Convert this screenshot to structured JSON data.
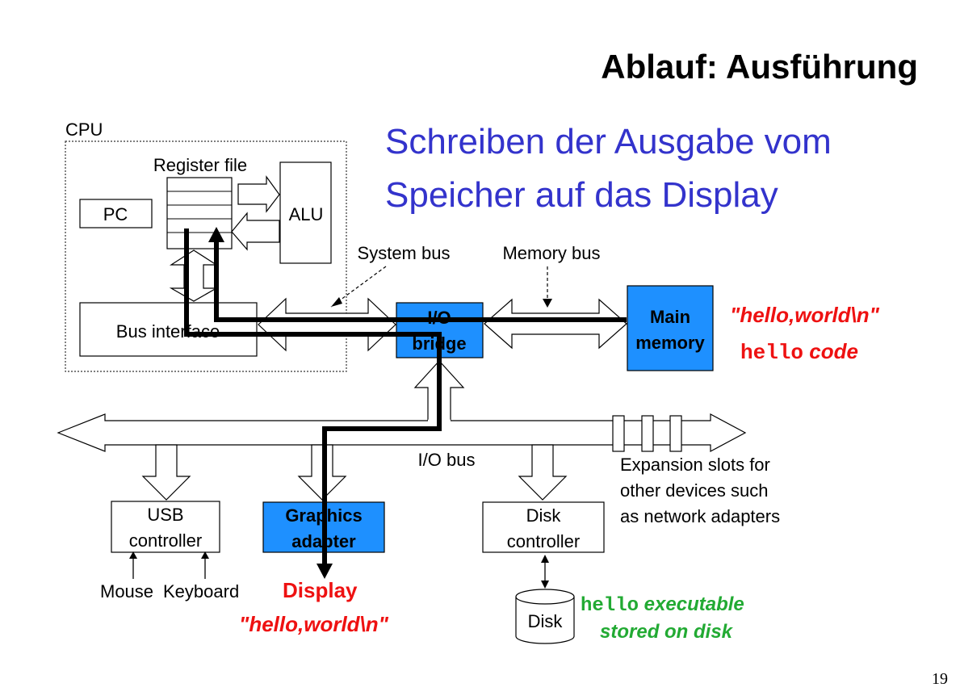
{
  "slide": {
    "title": "Ablauf: Ausführung",
    "subtitle_line1": "Schreiben der Ausgabe vom",
    "subtitle_line2": "Speicher auf das Display",
    "page_number": "19"
  },
  "diagram": {
    "cpu_label": "CPU",
    "register_file_label": "Register file",
    "pc_label": "PC",
    "alu_label": "ALU",
    "bus_interface_label": "Bus interface",
    "system_bus_label": "System bus",
    "memory_bus_label": "Memory bus",
    "io_bridge_line1": "I/O",
    "io_bridge_line2": "bridge",
    "main_memory_line1": "Main",
    "main_memory_line2": "memory",
    "memory_string": "\"hello,world\\n\"",
    "memory_code_mono": "hello",
    "memory_code_text": " code",
    "io_bus_label": "I/O bus",
    "expansion_line1": "Expansion slots for",
    "expansion_line2": "other devices such",
    "expansion_line3": "as network adapters",
    "usb_line1": "USB",
    "usb_line2": "controller",
    "graphics_line1": "Graphics",
    "graphics_line2": "adapter",
    "disk_controller_line1": "Disk",
    "disk_controller_line2": "controller",
    "mouse_label": "Mouse",
    "keyboard_label": "Keyboard",
    "display_label": "Display",
    "display_string": "\"hello,world\\n\"",
    "disk_label": "Disk",
    "executable_mono": "hello",
    "executable_text": " executable",
    "stored_label": "stored on disk"
  },
  "colors": {
    "highlight_box": "#1e90ff",
    "subtitle": "#3333cc",
    "red_text": "#ee1111",
    "green_text": "#22aa33"
  }
}
